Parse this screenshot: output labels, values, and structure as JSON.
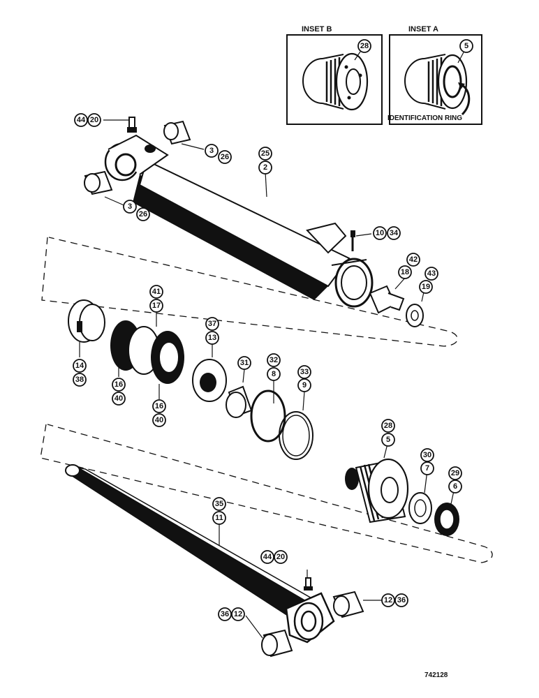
{
  "insets": {
    "a": {
      "title": "INSET A",
      "callout": "5",
      "note": "IDENTIFICATION RING"
    },
    "b": {
      "title": "INSET B",
      "callout": "28"
    }
  },
  "figure_number": "742128",
  "callouts": {
    "c44a": "44",
    "c20a": "20",
    "c3a": "3",
    "c26a": "26",
    "c25": "25",
    "c2": "2",
    "c3b": "3",
    "c26b": "26",
    "c10": "10",
    "c34": "34",
    "c42": "42",
    "c18": "18",
    "c43": "43",
    "c19": "19",
    "c41": "41",
    "c17": "17",
    "c37": "37",
    "c13": "13",
    "c14": "14",
    "c38": "38",
    "c31": "31",
    "c32": "32",
    "c8": "8",
    "c33": "33",
    "c9": "9",
    "c16a": "16",
    "c40a": "40",
    "c16b": "16",
    "c40b": "40",
    "c28": "28",
    "c5": "5",
    "c30": "30",
    "c7": "7",
    "c29": "29",
    "c6": "6",
    "c35": "35",
    "c11": "11",
    "c44b": "44",
    "c20b": "20",
    "c12a": "12",
    "c36a": "36",
    "c36b": "36",
    "c12b": "12"
  }
}
